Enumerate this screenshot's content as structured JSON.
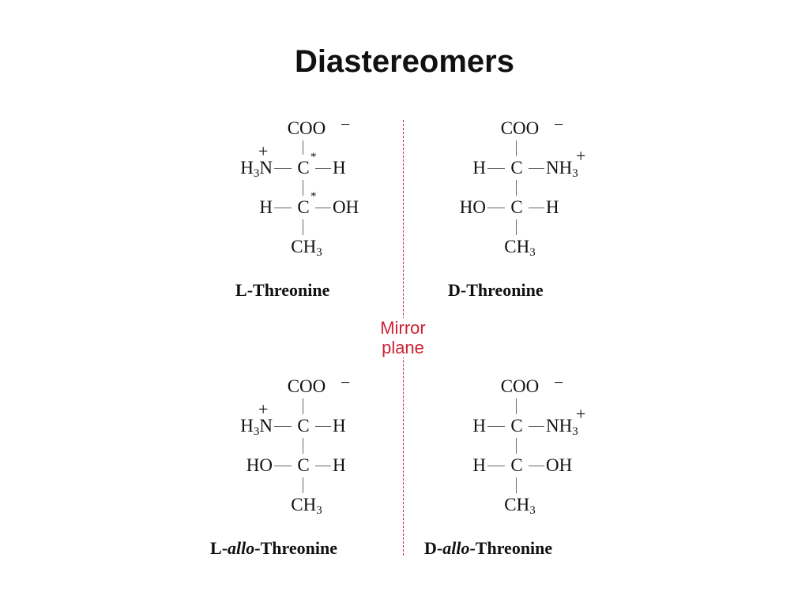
{
  "title": "Diastereomers",
  "mirror_plane_label": [
    "Mirror",
    "plane"
  ],
  "molecules": [
    {
      "id": "l-threonine",
      "name": {
        "prefix": "L",
        "dash": "-",
        "italic": "",
        "base": "Threonine"
      },
      "top": "COO",
      "top_charge": "−",
      "row1": {
        "left": "H",
        "left_sub": "3",
        "left_end": "N",
        "center": "C",
        "right": "H",
        "right_sub": "",
        "charge": "+",
        "chiral": "*"
      },
      "row2": {
        "left": "H",
        "center": "C",
        "right": "OH",
        "chiral": "*"
      },
      "bottom": "CH",
      "bottom_sub": "3"
    },
    {
      "id": "d-threonine",
      "name": {
        "prefix": "D",
        "dash": "-",
        "italic": "",
        "base": "Threonine"
      },
      "top": "COO",
      "top_charge": "−",
      "row1": {
        "left": "H",
        "left_sub": "",
        "left_end": "",
        "center": "C",
        "right": "NH",
        "right_sub": "3",
        "charge": "+",
        "chiral": ""
      },
      "row2": {
        "left": "HO",
        "center": "C",
        "right": "H",
        "chiral": ""
      },
      "bottom": "CH",
      "bottom_sub": "3"
    },
    {
      "id": "l-allo-threonine",
      "name": {
        "prefix": "L",
        "dash": "-",
        "italic": "allo",
        "base": "-Threonine"
      },
      "top": "COO",
      "top_charge": "−",
      "row1": {
        "left": "H",
        "left_sub": "3",
        "left_end": "N",
        "center": "C",
        "right": "H",
        "right_sub": "",
        "charge": "+",
        "chiral": ""
      },
      "row2": {
        "left": "HO",
        "center": "C",
        "right": "H",
        "chiral": ""
      },
      "bottom": "CH",
      "bottom_sub": "3"
    },
    {
      "id": "d-allo-threonine",
      "name": {
        "prefix": "D",
        "dash": "-",
        "italic": "allo",
        "base": "-Threonine"
      },
      "top": "COO",
      "top_charge": "−",
      "row1": {
        "left": "H",
        "left_sub": "",
        "left_end": "",
        "center": "C",
        "right": "NH",
        "right_sub": "3",
        "charge": "+",
        "chiral": ""
      },
      "row2": {
        "left": "H",
        "center": "C",
        "right": "OH",
        "chiral": ""
      },
      "bottom": "CH",
      "bottom_sub": "3"
    }
  ],
  "colors": {
    "mirror": "#cc2233",
    "text": "#111111",
    "bond": "#666666"
  }
}
